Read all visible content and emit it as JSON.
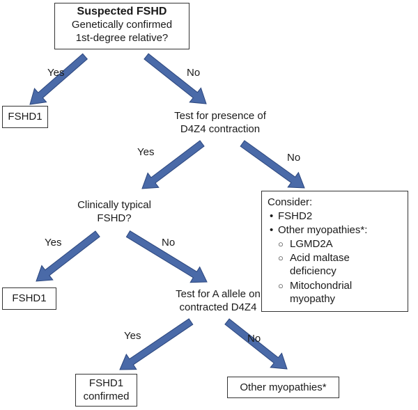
{
  "start": {
    "title": "Suspected FSHD",
    "line2": "Genetically confirmed",
    "line3": "1st-degree relative?"
  },
  "edges": {
    "e1_yes": "Yes",
    "e1_no": "No",
    "e2_yes": "Yes",
    "e2_no": "No",
    "e3_yes": "Yes",
    "e3_no": "No",
    "e4_yes": "Yes",
    "e4_no": "No"
  },
  "nodes": {
    "fshd1_top": "FSHD1",
    "test_d4z4_l1": "Test for presence of",
    "test_d4z4_l2": "D4Z4 contraction",
    "clinical_l1": "Clinically typical",
    "clinical_l2": "FSHD?",
    "fshd1_mid": "FSHD1",
    "test_a_l1": "Test for A allele on",
    "test_a_l2": "contracted D4Z4",
    "confirmed_l1": "FSHD1",
    "confirmed_l2": "confirmed",
    "other_myopathies": "Other myopathies*"
  },
  "consider": {
    "heading": "Consider:",
    "bullet1": "FSHD2",
    "bullet2": "Other myopathies*:",
    "sub1": "LGMD2A",
    "sub2_l1": "Acid maltase",
    "sub2_l2": "deficiency",
    "sub3_l1": "Mitochondrial",
    "sub3_l2": "myopathy"
  },
  "colors": {
    "arrow_fill": "#4a6aa8",
    "arrow_stroke": "#2b467e"
  }
}
